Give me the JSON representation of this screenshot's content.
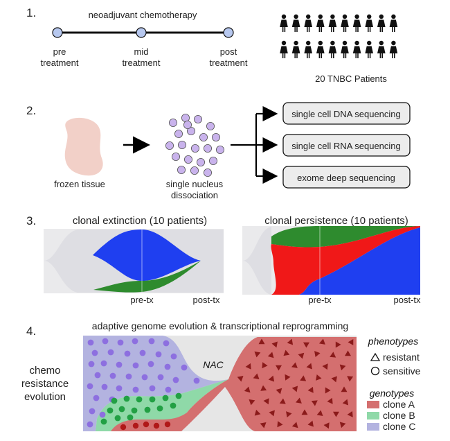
{
  "panel1": {
    "number": "1.",
    "timeline_label": "neoadjuvant chemotherapy",
    "timepoints": [
      {
        "line1": "pre",
        "line2": "treatment"
      },
      {
        "line1": "mid",
        "line2": "treatment"
      },
      {
        "line1": "post",
        "line2": "treatment"
      }
    ],
    "patients_label": "20 TNBC Patients",
    "patient_count": 20,
    "patient_icon": "woman-icon"
  },
  "panel2": {
    "number": "2.",
    "tissue_label": "frozen tissue",
    "dissociation_line1": "single nucleus",
    "dissociation_line2": "dissociation",
    "methods": [
      "single cell DNA sequencing",
      "single cell RNA sequencing",
      "exome deep sequencing"
    ]
  },
  "panel3": {
    "number": "3.",
    "extinction_title": "clonal extinction (10 patients)",
    "persistence_title": "clonal persistence (10 patients)",
    "pre_label": "pre-tx",
    "post_label": "post-tx"
  },
  "panel4": {
    "number": "4.",
    "title": "adaptive genome evolution & transcriptional reprogramming",
    "side_label": [
      "chemo",
      "resistance",
      "evolution"
    ],
    "nac_label": "NAC",
    "phenotypes_title": "phenotypes",
    "phenotypes": [
      "resistant",
      "sensitive"
    ],
    "genotypes_title": "genotypes",
    "genotypes": [
      {
        "label": "clone A",
        "color": "#d46f6f"
      },
      {
        "label": "clone B",
        "color": "#8fd9a8"
      },
      {
        "label": "clone C",
        "color": "#b3b3e0"
      }
    ]
  },
  "colors": {
    "blue_clone": "#1f3ff0",
    "green_clone": "#2e8b2e",
    "red_clone": "#f01818",
    "dot_purple": "#c9b3ec",
    "tissue": "#f2d0c8"
  }
}
